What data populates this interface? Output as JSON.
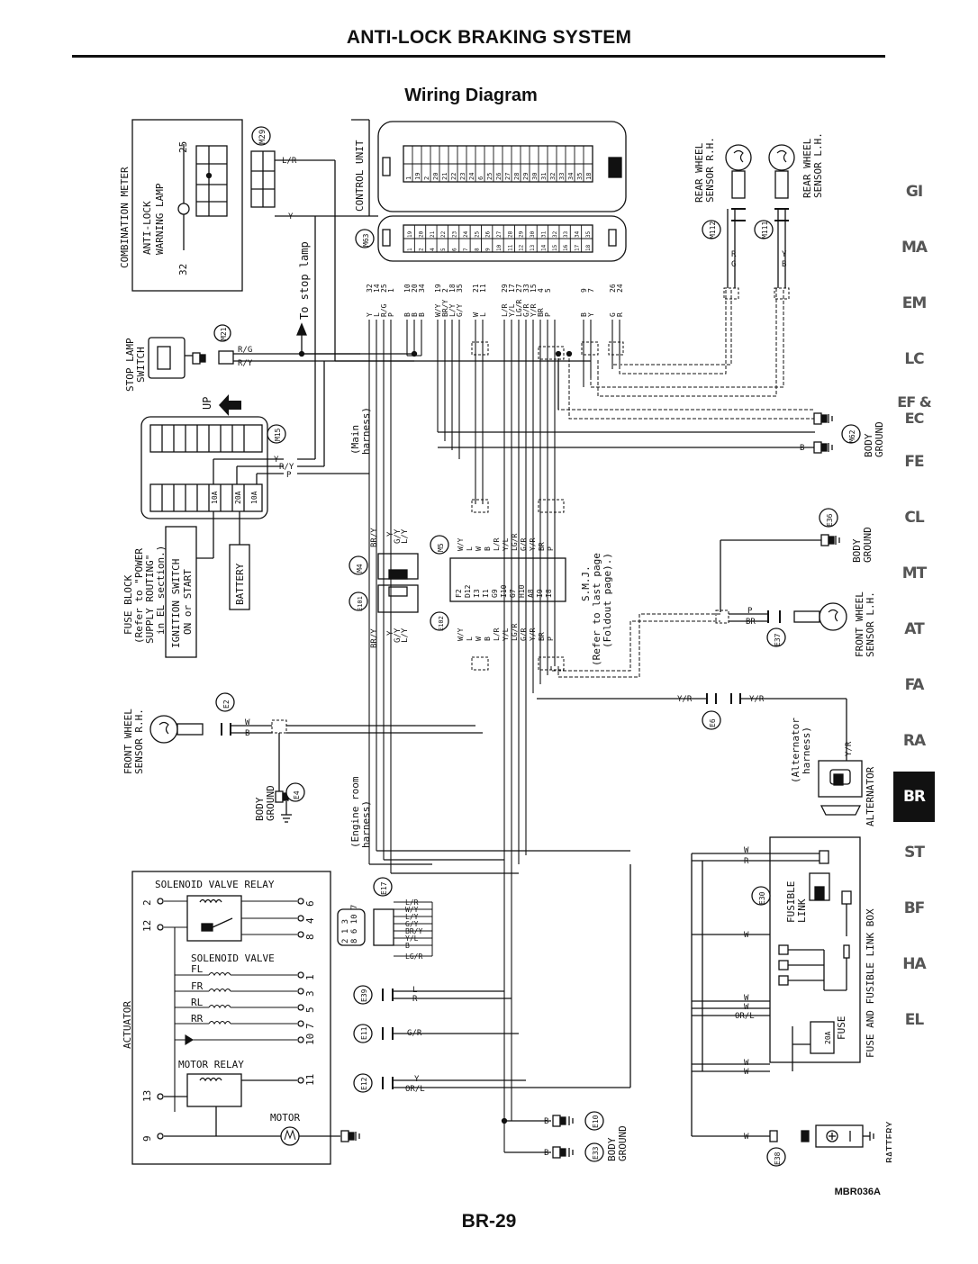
{
  "header": {
    "title": "ANTI-LOCK BRAKING SYSTEM",
    "subtitle": "Wiring Diagram"
  },
  "tabs": [
    {
      "label": "GI"
    },
    {
      "label": "MA"
    },
    {
      "label": "EM"
    },
    {
      "label": "LC"
    },
    {
      "label": "EF &\nEC"
    },
    {
      "label": "FE"
    },
    {
      "label": "CL"
    },
    {
      "label": "MT"
    },
    {
      "label": "AT"
    },
    {
      "label": "FA"
    },
    {
      "label": "RA"
    },
    {
      "label": "BR",
      "active": true
    },
    {
      "label": "ST"
    },
    {
      "label": "BF"
    },
    {
      "label": "HA"
    },
    {
      "label": "EL"
    }
  ],
  "labels": {
    "combination_meter": "COMBINATION METER",
    "warning_lamp_1": "ANTI-LOCK",
    "warning_lamp_2": "WARNING LAMP",
    "pin_32": "32",
    "pin_25": "25",
    "m29": "M29",
    "m21": "M21",
    "m15": "M15",
    "m63": "M63",
    "m62": "M62",
    "m4": "M4",
    "m5": "M5",
    "m112": "M112",
    "m111": "M111",
    "e101": "E101",
    "e102": "E102",
    "e2": "E2",
    "e4": "E4",
    "e6": "E6",
    "e17": "E17",
    "e30": "E30",
    "e36": "E36",
    "e37": "E37",
    "e38": "E38",
    "e10": "E10",
    "e33": "E33",
    "e39": "E39",
    "e11": "E11",
    "e12": "E12",
    "to_stop_lamp": "To stop lamp",
    "stop_lamp_switch_1": "STOP LAMP",
    "stop_lamp_switch_2": "SWITCH",
    "up": "UP",
    "fuse_block_1": "FUSE BLOCK",
    "fuse_block_2": "(Refer to \"POWER",
    "fuse_block_3": "SUPPLY ROUTING\"",
    "fuse_block_4": "in EL section.)",
    "ign_switch_1": "IGNITION SWITCH",
    "ign_switch_2": "ON or START",
    "battery_box": "BATTERY",
    "main_harness_1": "(Main",
    "main_harness_2": "harness)",
    "engine_room_1": "(Engine room",
    "engine_room_2": "harness)",
    "control_unit": "CONTROL UNIT",
    "rear_rh_1": "REAR WHEEL",
    "rear_rh_2": "SENSOR R.H.",
    "rear_lh_1": "REAR WHEEL",
    "rear_lh_2": "SENSOR L.H.",
    "body_ground": "BODY",
    "ground": "GROUND",
    "smj_1": "S.M.J.",
    "smj_2": "(Refer to last page",
    "smj_3": "(Foldout page).)",
    "front_lh_1": "FRONT WHEEL",
    "front_lh_2": "SENSOR L.H.",
    "front_rh_1": "FRONT WHEEL",
    "front_rh_2": "SENSOR R.H.",
    "alternator_harness_1": "(Alternator",
    "alternator_harness_2": "harness)",
    "alternator": "ALTERNATOR",
    "fusible_box": "FUSE AND FUSIBLE LINK BOX",
    "fusible_link_1": "FUSIBLE",
    "fusible_link_2": "LINK",
    "fuse": "FUSE",
    "battery": "BATTERY",
    "actuator": "ACTUATOR",
    "solenoid_relay": "SOLENOID VALVE RELAY",
    "solenoid_valve": "SOLENOID VALVE",
    "motor_relay": "MOTOR RELAY",
    "motor": "MOTOR",
    "fl": "FL",
    "fr": "FR",
    "rl": "RL",
    "rr": "RR",
    "fuse_10a": "10A",
    "fuse_20a": "20A",
    "fuse_20a_box": "20A"
  },
  "wires": {
    "m29_lr": "L/R",
    "m29_y": "Y",
    "stop_rg": "R/G",
    "stop_ry": "R/Y",
    "fuse_y": "Y",
    "fuse_ry": "R/Y",
    "fuse_p": "P",
    "gnd_b": "B",
    "cu_group1": [
      "Y",
      "L",
      "R/G",
      "P"
    ],
    "cu_group1_pins": [
      "32",
      "14",
      "25",
      "1"
    ],
    "cu_group2": [
      "B",
      "B",
      "B"
    ],
    "cu_group2_pins": [
      "10",
      "20",
      "34"
    ],
    "cu_group3": [
      "W/Y",
      "BR/Y",
      "L/Y",
      "G/Y"
    ],
    "cu_group3_pins": [
      "19",
      "2",
      "18",
      "35"
    ],
    "cu_group4": [
      "W",
      "L"
    ],
    "cu_group4_pins": [
      "21",
      "11"
    ],
    "cu_group5": [
      "L/R",
      "Y/L",
      "LG/R",
      "G/R",
      "Y/R",
      "BR",
      "P"
    ],
    "cu_group5_pins": [
      "29",
      "17",
      "27",
      "33",
      "15",
      "4",
      "5"
    ],
    "cu_group6": [
      "B",
      "Y"
    ],
    "cu_group6_pins": [
      "9",
      "7"
    ],
    "cu_group7": [
      "G",
      "R"
    ],
    "cu_group7_pins": [
      "26",
      "24"
    ],
    "rr_rh": [
      "R",
      "G"
    ],
    "rr_lh": [
      "Y",
      "B"
    ],
    "m4_wires": [
      "BR/Y",
      "Y",
      "G/Y",
      "L/Y"
    ],
    "m5_wires": [
      "W/Y",
      "L",
      "W",
      "B",
      "L/R",
      "Y/L",
      "LG/R",
      "G/R",
      "Y/R",
      "BR",
      "P"
    ],
    "smj_pins": [
      "F2",
      "D12",
      "I3",
      "I1",
      "G9",
      "I10",
      "G7",
      "H10",
      "A8",
      "I9",
      "I8"
    ],
    "e101_wires": [
      "BR/Y",
      "Y",
      "G/Y",
      "L/Y"
    ],
    "e102_wires": [
      "W/Y",
      "L",
      "W",
      "B",
      "L/R",
      "Y/L",
      "LG/R",
      "G/R",
      "Y/R",
      "BR",
      "P"
    ],
    "front_lh": [
      "P",
      "BR"
    ],
    "e6": [
      "Y/R",
      "Y/R"
    ],
    "alt_yr": "Y/R",
    "front_rh": [
      "W",
      "B"
    ],
    "e17": [
      "L/R",
      "W/Y",
      "L/Y",
      "G/Y",
      "BR/Y",
      "Y/L",
      "B",
      "LG/R"
    ],
    "e39": [
      "L",
      "R"
    ],
    "e11": "G/R",
    "e12": [
      "Y",
      "OR/L"
    ],
    "box_wr": [
      "W",
      "R"
    ],
    "box_w": "W",
    "box_wwol": [
      "W",
      "W",
      "OR/L"
    ],
    "box_ww": [
      "W",
      "W"
    ],
    "batt_w": "W",
    "e10_b": "B",
    "e33_b": "B"
  },
  "actuator_pins": [
    "2",
    "12",
    "6",
    "4",
    "8",
    "1",
    "3",
    "5",
    "7",
    "10",
    "13",
    "11",
    "9"
  ],
  "connector_pins": {
    "cu_top": [
      "1",
      "19",
      "2",
      "20",
      "21",
      "22",
      "23",
      "24",
      "6",
      "25",
      "26",
      "27",
      "28",
      "29",
      "30",
      "31",
      "32",
      "33",
      "34",
      "35",
      "18"
    ],
    "cu_bottom": [
      "19",
      "1",
      "20",
      "2",
      "21",
      "4",
      "22",
      "5",
      "23",
      "6",
      "24",
      "7",
      "25",
      "8",
      "26",
      "9",
      "27",
      "10",
      "28",
      "11",
      "29",
      "12",
      "30",
      "13",
      "31",
      "14",
      "32",
      "15",
      "33",
      "16",
      "34",
      "17",
      "35",
      "18"
    ],
    "e17": [
      "2",
      "1",
      "3",
      "8",
      "6",
      "10",
      "7"
    ],
    "m29": [
      "32",
      "25"
    ]
  },
  "footer": {
    "code": "MBR036A",
    "page": "BR-29"
  }
}
